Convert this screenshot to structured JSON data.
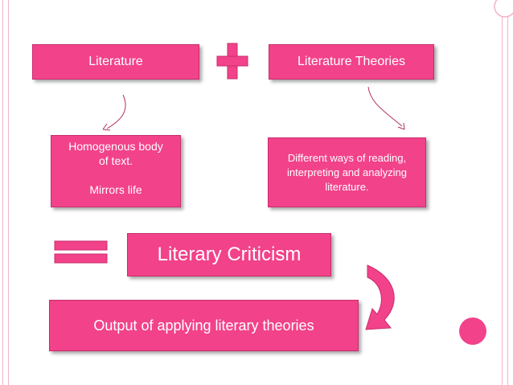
{
  "boxes": {
    "literature": "Literature",
    "literature_theories": "Literature Theories",
    "homogenous": {
      "line1": "Homogenous body",
      "line2": "of text.",
      "line3": "Mirrors life"
    },
    "different_ways": {
      "line1": "Different ways of reading,",
      "line2": "interpreting and analyzing",
      "line3": "literature."
    },
    "literary_criticism": "Literary Criticism",
    "output": "Output of applying literary theories"
  },
  "colors": {
    "accent": "#f2428a",
    "accent_dark": "#d42a6f",
    "frame": "#f3b3c8"
  }
}
